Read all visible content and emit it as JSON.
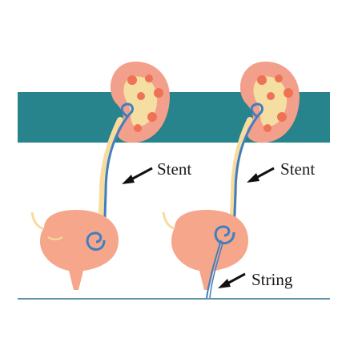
{
  "labels": {
    "stent_left": "Stent",
    "stent_right": "Stent",
    "string": "String"
  },
  "colors": {
    "band": "#27838c",
    "kidney": "#f2a08b",
    "kidney_inner": "#f5dea2",
    "kidney_spot": "#ef7254",
    "ureter": "#f7dca0",
    "stent": "#3f7fc0",
    "bladder": "#f5a68b",
    "arrow": "#111111",
    "baseline": "#2b6f86"
  },
  "icons": [
    "arrow-icon"
  ]
}
